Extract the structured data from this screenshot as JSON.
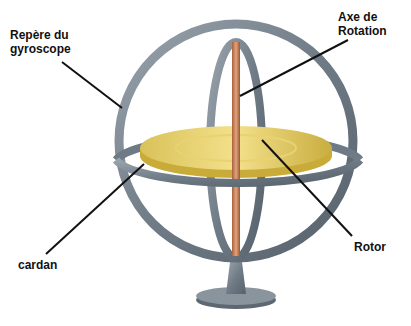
{
  "diagram": {
    "labels": [
      "Repère du gyroscope",
      "Axe de Rotation",
      "cardan",
      "Rotor"
    ]
  }
}
